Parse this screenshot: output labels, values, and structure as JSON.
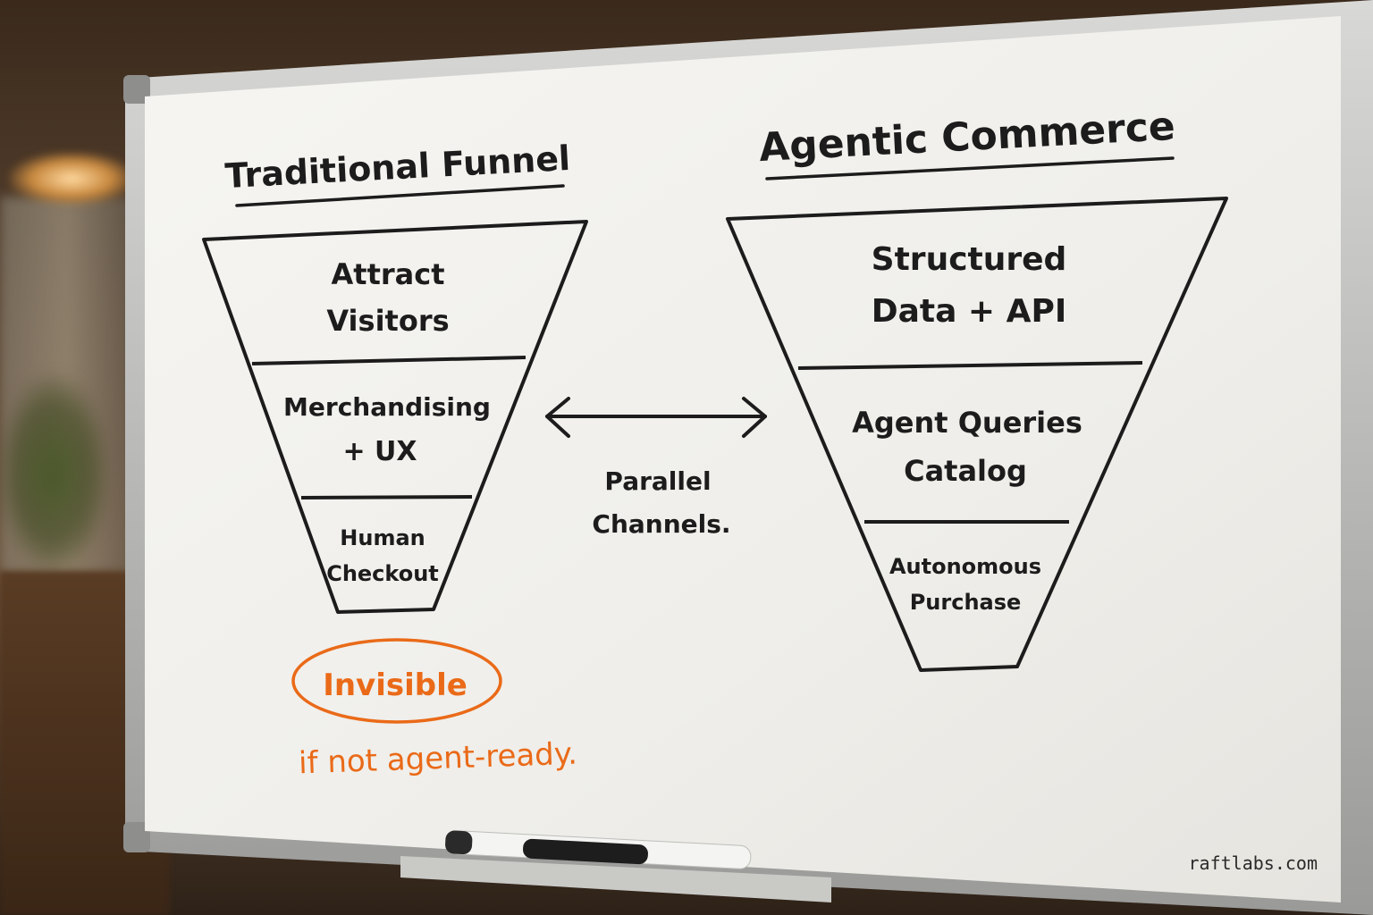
{
  "left_funnel": {
    "title": "Traditional Funnel",
    "stages": [
      {
        "line1": "Attract",
        "line2": "Visitors"
      },
      {
        "line1": "Merchandising",
        "line2": "+ UX"
      },
      {
        "line1": "Human",
        "line2": "Checkout"
      }
    ]
  },
  "right_funnel": {
    "title": "Agentic Commerce",
    "stages": [
      {
        "line1": "Structured",
        "line2": "Data + API"
      },
      {
        "line1": "Agent Queries",
        "line2": "Catalog"
      },
      {
        "line1": "Autonomous",
        "line2": "Purchase"
      }
    ]
  },
  "middle": {
    "line1": "Parallel",
    "line2": "Channels."
  },
  "callout": {
    "circled": "Invisible",
    "note": "if not agent-ready."
  },
  "watermark": "raftlabs.com",
  "colors": {
    "ink": "#1c1c1c",
    "highlight": "#ea6a18",
    "board": "#f3f2ee",
    "frame": "#b9b9b6"
  }
}
